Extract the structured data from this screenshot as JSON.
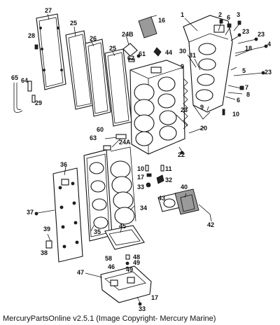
{
  "diagram": {
    "callouts": [
      {
        "id": "c1",
        "text": "1"
      },
      {
        "id": "c2",
        "text": "2"
      },
      {
        "id": "c6a",
        "text": "6"
      },
      {
        "id": "c3",
        "text": "3"
      },
      {
        "id": "c23a",
        "text": "23"
      },
      {
        "id": "c23b",
        "text": "23"
      },
      {
        "id": "c4",
        "text": "4"
      },
      {
        "id": "c18",
        "text": "18"
      },
      {
        "id": "c23c",
        "text": "23"
      },
      {
        "id": "c5",
        "text": "5"
      },
      {
        "id": "c7",
        "text": "7"
      },
      {
        "id": "c8",
        "text": "8"
      },
      {
        "id": "c6b",
        "text": "6"
      },
      {
        "id": "c9a",
        "text": "9"
      },
      {
        "id": "c10",
        "text": "10"
      },
      {
        "id": "c30",
        "text": "30"
      },
      {
        "id": "c31",
        "text": "31"
      },
      {
        "id": "c9b",
        "text": "9"
      },
      {
        "id": "c23d",
        "text": "23"
      },
      {
        "id": "c20",
        "text": "20"
      },
      {
        "id": "c16",
        "text": "16"
      },
      {
        "id": "c24B",
        "text": "24B"
      },
      {
        "id": "c61",
        "text": "61"
      },
      {
        "id": "c62",
        "text": "62"
      },
      {
        "id": "c44",
        "text": "44"
      },
      {
        "id": "c27",
        "text": "27"
      },
      {
        "id": "c28",
        "text": "28"
      },
      {
        "id": "c25a",
        "text": "25"
      },
      {
        "id": "c26",
        "text": "26"
      },
      {
        "id": "c25b",
        "text": "25"
      },
      {
        "id": "c65",
        "text": "65"
      },
      {
        "id": "c64",
        "text": "64"
      },
      {
        "id": "c29",
        "text": "29"
      },
      {
        "id": "c60",
        "text": "60"
      },
      {
        "id": "c63",
        "text": "63"
      },
      {
        "id": "c24A",
        "text": "24A"
      },
      {
        "id": "c22",
        "text": "22"
      },
      {
        "id": "c36",
        "text": "36"
      },
      {
        "id": "c10b",
        "text": "10"
      },
      {
        "id": "c17a",
        "text": "17"
      },
      {
        "id": "c11",
        "text": "11"
      },
      {
        "id": "c33a",
        "text": "33"
      },
      {
        "id": "c32",
        "text": "32"
      },
      {
        "id": "c43",
        "text": "43"
      },
      {
        "id": "c40",
        "text": "40"
      },
      {
        "id": "c34",
        "text": "34"
      },
      {
        "id": "c37",
        "text": "37"
      },
      {
        "id": "c42",
        "text": "42"
      },
      {
        "id": "c39",
        "text": "39"
      },
      {
        "id": "c35",
        "text": "35"
      },
      {
        "id": "c38",
        "text": "38"
      },
      {
        "id": "c45",
        "text": "45"
      },
      {
        "id": "c58",
        "text": "58"
      },
      {
        "id": "c48",
        "text": "48"
      },
      {
        "id": "c49",
        "text": "49"
      },
      {
        "id": "c46",
        "text": "46"
      },
      {
        "id": "c49b",
        "text": "49"
      },
      {
        "id": "c47",
        "text": "47"
      },
      {
        "id": "c17b",
        "text": "17"
      },
      {
        "id": "c33b",
        "text": "33"
      }
    ]
  },
  "footer": {
    "text": "MercuryPartsOnline v2.5.1 (Image Copyright- Mercury Marine)"
  }
}
